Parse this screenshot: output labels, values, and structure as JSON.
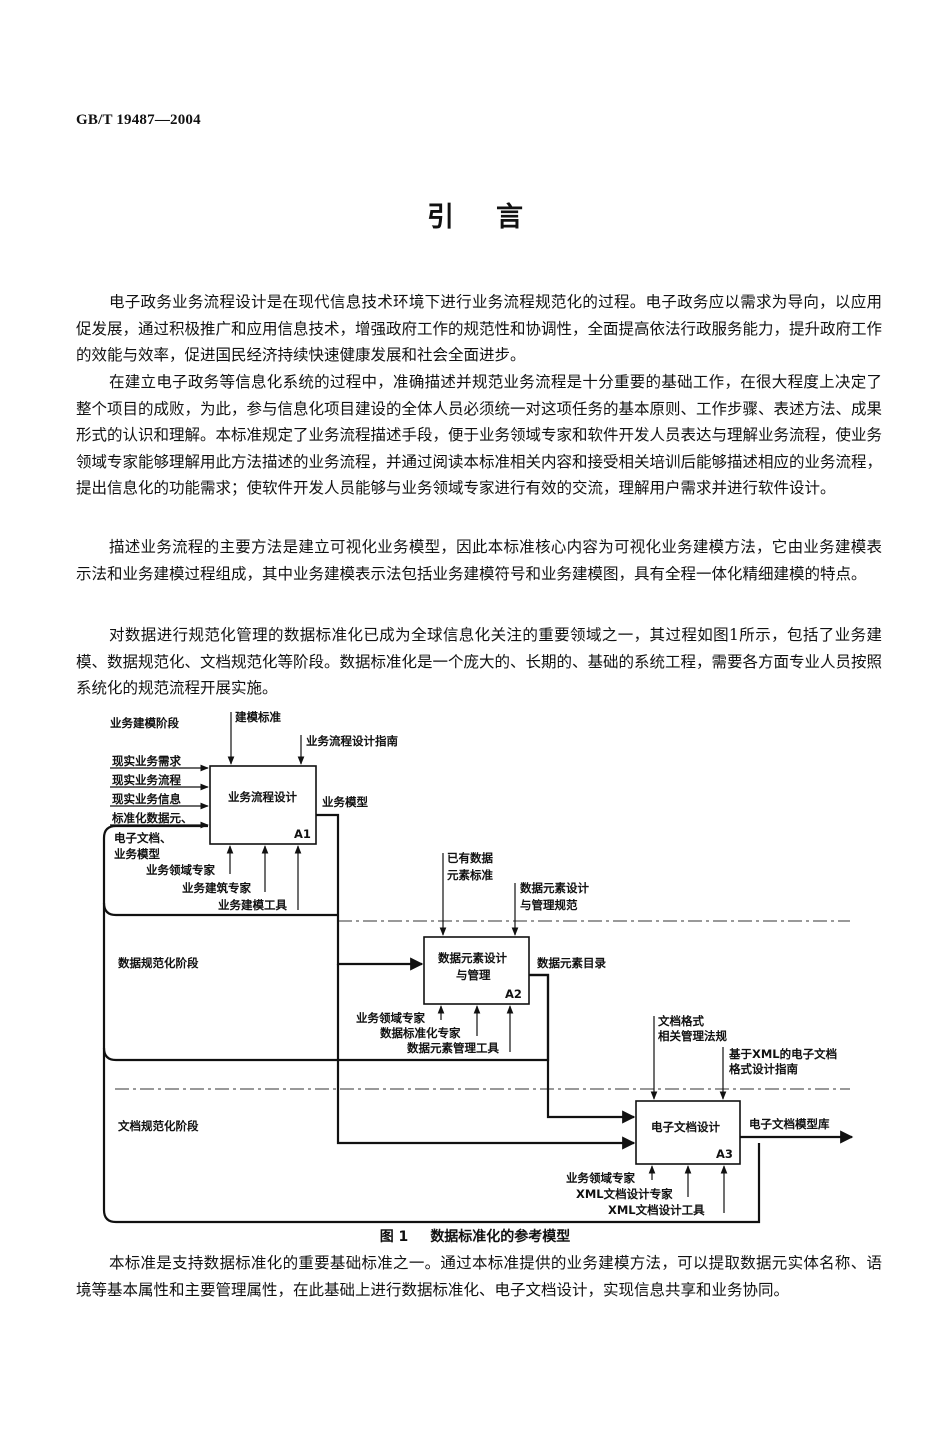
{
  "header": {
    "code": "GB/T 19487—2004"
  },
  "title": "引言",
  "paragraphs": [
    "电子政务业务流程设计是在现代信息技术环境下进行业务流程规范化的过程。电子政务应以需求为导向，以应用促发展，通过积极推广和应用信息技术，增强政府工作的规范性和协调性，全面提高依法行政服务能力，提升政府工作的效能与效率，促进国民经济持续快速健康发展和社会全面进步。",
    "在建立电子政务等信息化系统的过程中，准确描述并规范业务流程是十分重要的基础工作，在很大程度上决定了整个项目的成败，为此，参与信息化项目建设的全体人员必须统一对这项任务的基本原则、工作步骤、表述方法、成果形式的认识和理解。本标准规定了业务流程描述手段，便于业务领域专家和软件开发人员表达与理解业务流程，使业务领域专家能够理解用此方法描述的业务流程，并通过阅读本标准相关内容和接受相关培训后能够描述相应的业务流程，提出信息化的功能需求；使软件开发人员能够与业务领域专家进行有效的交流，理解用户需求并进行软件设计。",
    "描述业务流程的主要方法是建立可视化业务模型，因此本标准核心内容为可视化业务建模方法，它由业务建模表示法和业务建模过程组成，其中业务建模表示法包括业务建模符号和业务建模图，具有全程一体化精细建模的特点。",
    "对数据进行规范化管理的数据标准化已成为全球信息化关注的重要领域之一，其过程如图1所示，包括了业务建模、数据规范化、文档规范化等阶段。数据标准化是一个庞大的、长期的、基础的系统工程，需要各方面专业人员按照系统化的规范流程开展实施。",
    "本标准是支持数据标准化的重要基础标准之一。通过本标准提供的业务建模方法，可以提取数据元实体名称、语境等基本属性和主要管理属性，在此基础上进行数据标准化、电子文档设计，实现信息共享和业务协同。"
  ],
  "figure": {
    "stages": {
      "business_modeling": "业务建模阶段",
      "data_normalization": "数据规范化阶段",
      "document_normalization": "文档规范化阶段"
    },
    "a1": {
      "name": "业务流程设计",
      "id": "A1",
      "controls": [
        "建模标准",
        "业务流程设计指南"
      ],
      "inputs": [
        "现实业务需求",
        "现实业务流程",
        "现实业务信息",
        "标准化数据元、",
        "电子文档、",
        "业务模型"
      ],
      "mechanisms": [
        "业务领域专家",
        "业务建筑专家",
        "业务建模工具"
      ],
      "output": "业务模型"
    },
    "a2": {
      "name_line1": "数据元素设计",
      "name_line2": "与管理",
      "id": "A2",
      "controls": [
        "已有数据",
        "元素标准",
        "数据元素设计",
        "与管理规范"
      ],
      "mechanisms": [
        "业务领域专家",
        "数据标准化专家",
        "数据元素管理工具"
      ],
      "output": "数据元素目录"
    },
    "a3": {
      "name": "电子文档设计",
      "id": "A3",
      "controls": [
        "文档格式",
        "相关管理法规",
        "基于XML的电子文档",
        "格式设计指南"
      ],
      "mechanisms": [
        "业务领域专家",
        "XML文档设计专家",
        "XML文档设计工具"
      ],
      "output": "电子文档模型库"
    },
    "caption_number": "图 1",
    "caption_text": "数据标准化的参考模型"
  }
}
